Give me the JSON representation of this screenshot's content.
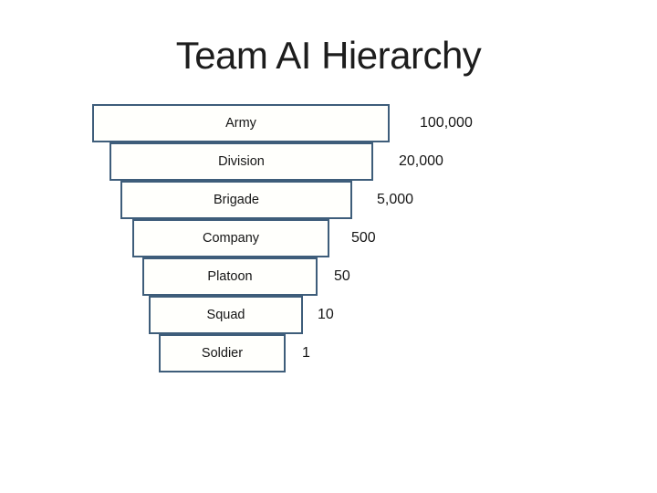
{
  "slide": {
    "title": "Team AI Hierarchy"
  },
  "hierarchy": {
    "border_color": "#3E5D7A",
    "levels": [
      {
        "label": "Army",
        "count": "100,000"
      },
      {
        "label": "Division",
        "count": "20,000"
      },
      {
        "label": "Brigade",
        "count": "5,000"
      },
      {
        "label": "Company",
        "count": "500"
      },
      {
        "label": "Platoon",
        "count": "50"
      },
      {
        "label": "Squad",
        "count": "10"
      },
      {
        "label": "Soldier",
        "count": "1"
      }
    ]
  },
  "chart_data": {
    "type": "funnel",
    "title": "Team AI Hierarchy",
    "categories": [
      "Army",
      "Division",
      "Brigade",
      "Company",
      "Platoon",
      "Squad",
      "Soldier"
    ],
    "values": [
      100000,
      20000,
      5000,
      500,
      50,
      10,
      1
    ],
    "value_labels": [
      "100,000",
      "20,000",
      "5,000",
      "500",
      "50",
      "10",
      "1"
    ],
    "layout": "inverted stepped pyramid, boxes outlined slate blue, counts right of each box"
  }
}
